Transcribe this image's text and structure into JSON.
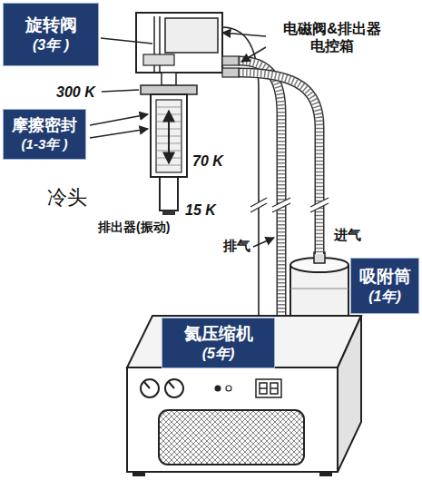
{
  "diagram": {
    "nodes": [
      {
        "text": [
          "旋转阀",
          "(3年 )"
        ]
      },
      {
        "text": [
          "摩擦密封",
          "(1-3年 )"
        ]
      },
      {
        "text": [
          "氦压缩机",
          "(5年)"
        ]
      },
      {
        "text": [
          "吸附筒",
          "(1年)"
        ]
      }
    ],
    "labels": [
      "电磁阀&排出器 电控箱",
      "300 K",
      "70 K",
      "15 K",
      "冷头",
      "排出器(振动)",
      "排气",
      "进气"
    ]
  }
}
